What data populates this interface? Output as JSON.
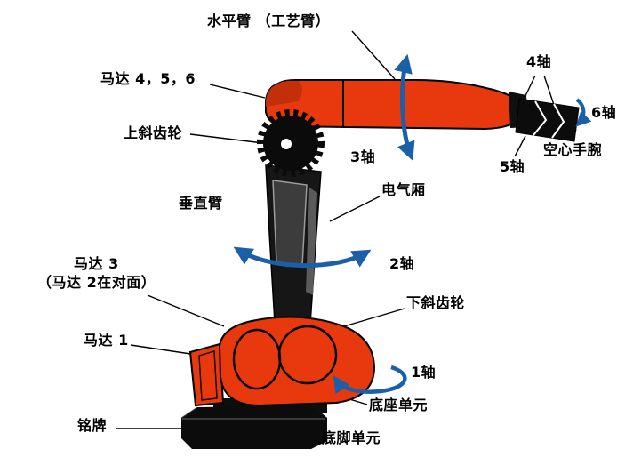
{
  "figure": {
    "colors": {
      "robot_body": "#e8380d",
      "dark_parts": "#0c0c0c",
      "rotation_arrow": "#1a5fa8",
      "label_text": "#000000",
      "background": "#ffffff"
    },
    "labels": {
      "horizontal_arm": "水平臂 （工艺臂）",
      "motors_4_5_6": "马达 4，5，6",
      "upper_bevel_gear": "上斜齿轮",
      "vertical_arm": "垂直臂",
      "motor_3": "马达 3",
      "motor_2_note": "（马达 2在对面）",
      "motor_1": "马达 1",
      "nameplate": "铭牌",
      "axis_1": "1轴",
      "axis_2": "2轴",
      "axis_3": "3轴",
      "axis_4": "4轴",
      "axis_5": "5轴",
      "axis_6": "6轴",
      "hollow_wrist": "空心手腕",
      "electrical_compartment": "电气厢",
      "lower_bevel_gear": "下斜齿轮",
      "base_unit": "底座单元",
      "foot_unit": "底脚单元"
    }
  }
}
